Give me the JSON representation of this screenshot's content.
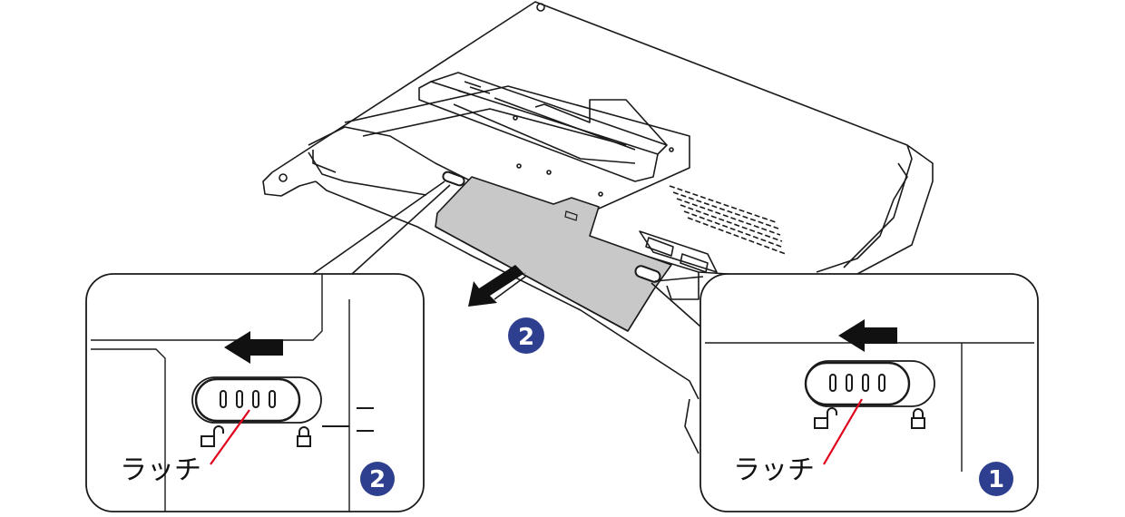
{
  "latch_label_left": "ラッチ",
  "latch_label_right": "ラッチ",
  "step_main": "2",
  "step_left": "2",
  "step_right": "1",
  "colors": {
    "line": "#1a1a1a",
    "battery_fill": "#c8c8c8",
    "step_circle": "#2f3f8f",
    "pointer_red": "#e0001b"
  }
}
